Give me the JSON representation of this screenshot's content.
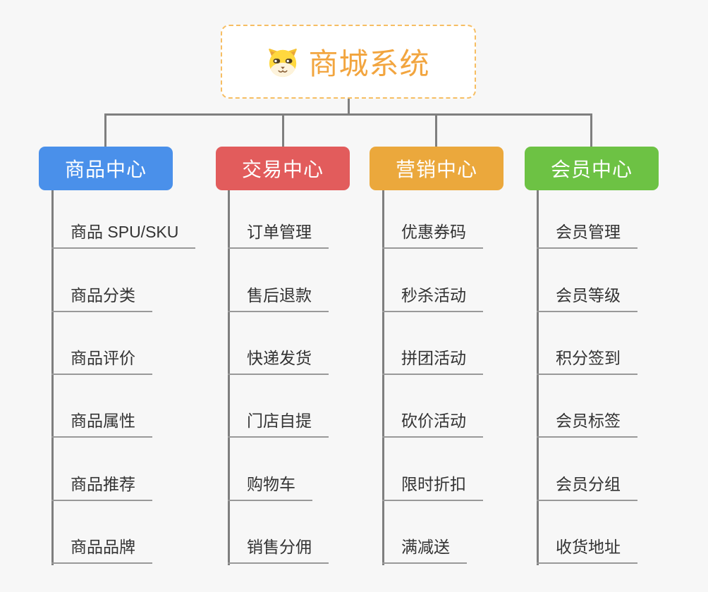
{
  "page": {
    "background": "#F7F7F7"
  },
  "root": {
    "title": "商城系统",
    "icon": "dog-face-icon",
    "text_color": "#F2A53F",
    "border_color": "#F6BE63"
  },
  "connectors": {
    "line_color": "#7F7F7F",
    "underline_color": "#999999"
  },
  "branches": [
    {
      "label": "商品中心",
      "color": "#4A90EA",
      "children": [
        "商品 SPU/SKU",
        "商品分类",
        "商品评价",
        "商品属性",
        "商品推荐",
        "商品品牌"
      ]
    },
    {
      "label": "交易中心",
      "color": "#E25C5C",
      "children": [
        "订单管理",
        "售后退款",
        "快递发货",
        "门店自提",
        "购物车",
        "销售分佣"
      ]
    },
    {
      "label": "营销中心",
      "color": "#EBA83C",
      "children": [
        "优惠券码",
        "秒杀活动",
        "拼团活动",
        "砍价活动",
        "限时折扣",
        "满减送"
      ]
    },
    {
      "label": "会员中心",
      "color": "#6DC244",
      "children": [
        "会员管理",
        "会员等级",
        "积分签到",
        "会员标签",
        "会员分组",
        "收货地址"
      ]
    }
  ]
}
